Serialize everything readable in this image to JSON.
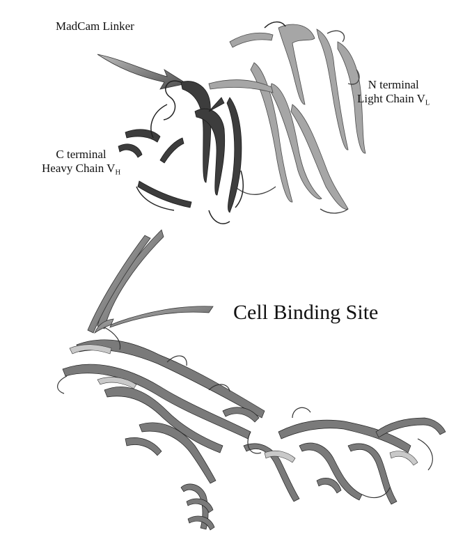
{
  "labels": {
    "linker": "MadCam Linker",
    "n_terminal_line1": "N terminal",
    "n_terminal_line2": "Light Chain V",
    "n_terminal_sub": "L",
    "c_terminal_line1": "C terminal",
    "c_terminal_line2": "Heavy Chain V",
    "c_terminal_sub": "H",
    "cell_binding": "Cell Binding Site"
  },
  "colors": {
    "dark_ribbon": "#3a3a3a",
    "light_ribbon": "#9a9a9a",
    "arrow": "#6e6e6e"
  }
}
